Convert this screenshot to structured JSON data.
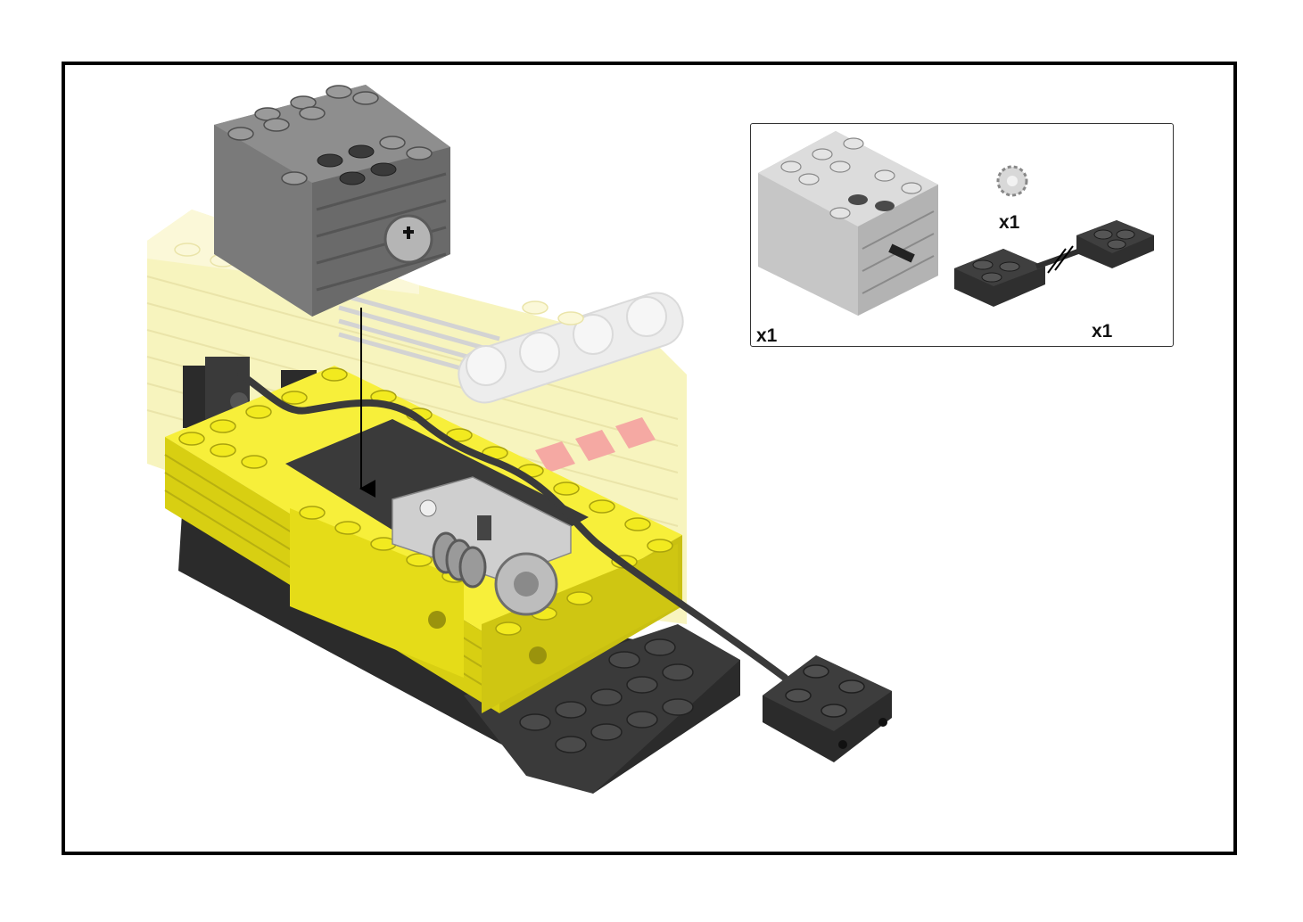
{
  "instruction_step": {
    "main_model": {
      "colors": {
        "yellow": "#f2ea1f",
        "yellow_ghost": "#f7f3b8",
        "black": "#2b2b2b",
        "dark_gray": "#6b6b6b",
        "light_gray": "#c8c8c8",
        "stripe_red": "#f4a09a"
      }
    },
    "parts_callout": {
      "items": [
        {
          "part": "motor",
          "icon": "motor-icon",
          "quantity_label": "x1"
        },
        {
          "part": "gear",
          "icon": "gear-icon",
          "quantity_label": "x1"
        },
        {
          "part": "cable",
          "icon": "cable-icon",
          "quantity_label": "x1"
        }
      ]
    }
  }
}
